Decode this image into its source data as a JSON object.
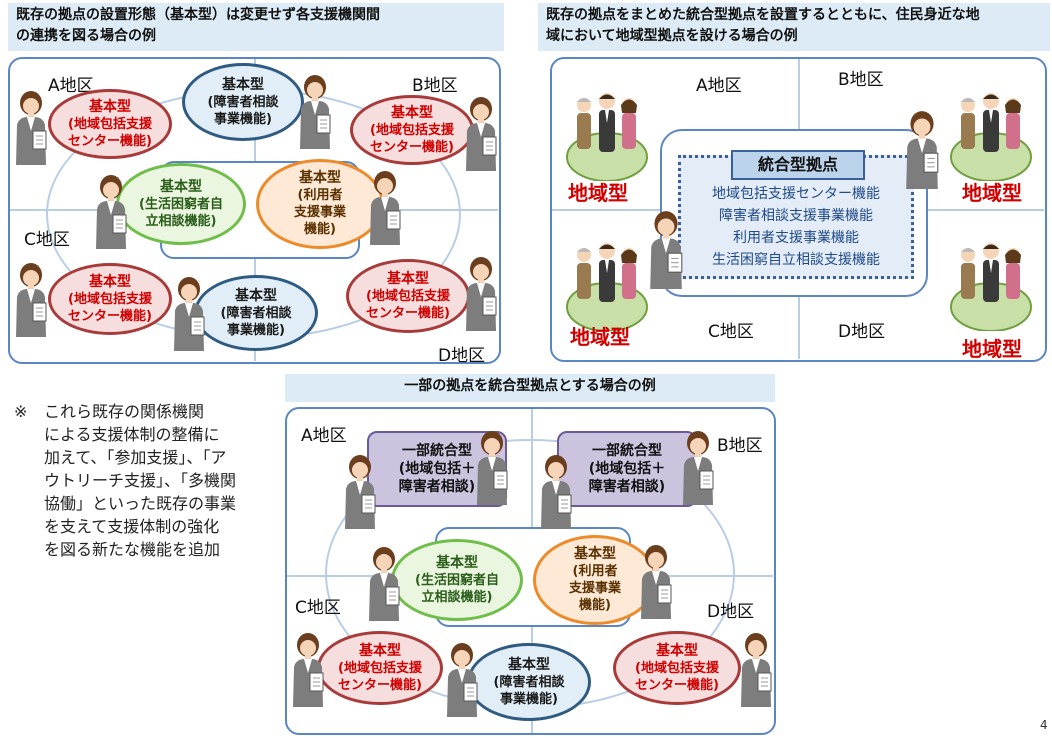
{
  "headers": {
    "p1_line1": "既存の拠点の設置形態（基本型）は変更せず各支援機関間",
    "p1_line2": "の連携を図る場合の例",
    "p2_line1": "既存の拠点をまとめた統合型拠点を設置するとともに、住民身近な地",
    "p2_line2": "域において地域型拠点を設ける場合の例",
    "p3": "一部の拠点を統合型拠点とする場合の例"
  },
  "areas": {
    "a": "A地区",
    "b": "B地区",
    "c": "C地区",
    "d": "D地区"
  },
  "nodes": {
    "basic": "基本型",
    "houkatsu_l1": "(地域包括支援",
    "houkatsu_l2": "センター機能)",
    "shogai_l1": "(障害者相談",
    "shogai_l2": "事業機能)",
    "konkyu_l1": "(生活困窮者自",
    "konkyu_l2": "立相談機能)",
    "riyosha_l1": "(利用者",
    "riyosha_l2": "支援事業",
    "riyosha_l3": "機能)"
  },
  "p2": {
    "region_label": "地域型",
    "hub_title": "統合型拠点",
    "hub_lines": [
      "地域包括支援センター機能",
      "障害者相談支援事業機能",
      "利用者支援事業機能",
      "生活困窮自立相談支援機能"
    ]
  },
  "p3": {
    "partial_title": "一部統合型",
    "partial_l1": "(地域包括＋",
    "partial_l2": "障害者相談)"
  },
  "note": {
    "mark": "※",
    "lines": [
      "これら既存の関係機関",
      "による支援体制の整備に",
      "加えて、「参加支援」、「ア",
      "ウトリーチ支援」、「多機関",
      "協働」といった既存の事業",
      "を支えて支援体制の強化",
      "を図る新たな機能を追加"
    ]
  },
  "page_number": "4",
  "colors": {
    "panel_border": "#5b86c4",
    "red_text": "#d10000",
    "header_bg": "#dcebf5"
  }
}
